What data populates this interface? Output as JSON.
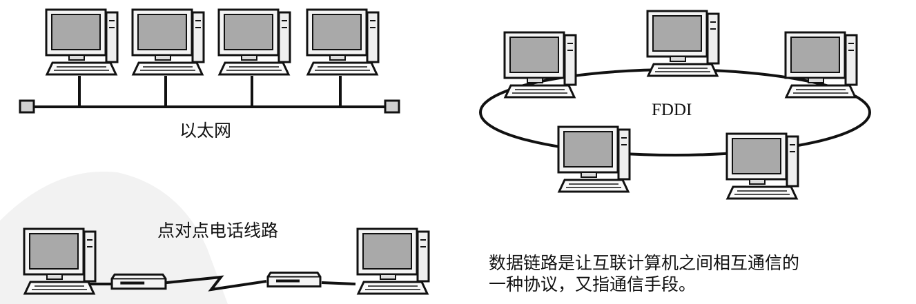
{
  "labels": {
    "ethernet": "以太网",
    "fddi": "FDDI",
    "point_to_point": "点对点电话线路"
  },
  "caption": {
    "line1": "数据链路是让互联计算机之间相互通信的",
    "line2": "一种协议，又指通信手段。"
  }
}
